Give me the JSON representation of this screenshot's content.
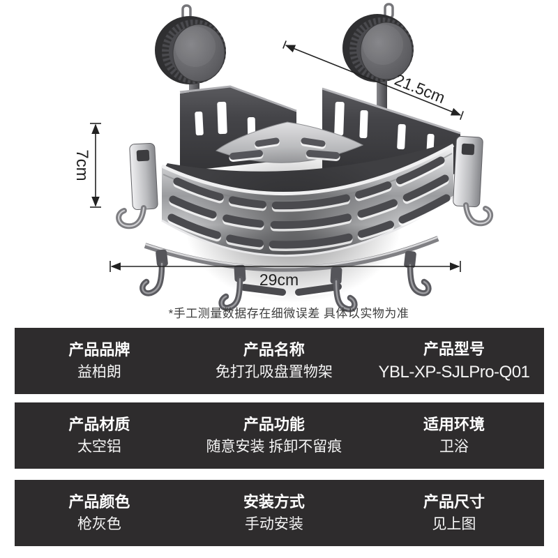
{
  "product": {
    "illustration": "corner suction-cup shower caddy with hanging hooks",
    "dimension_diagonal": "21.5cm",
    "dimension_height": "7cm",
    "dimension_width": "29cm",
    "disclaimer": "*手工测量数据存在细微误差 具体以实物为准"
  },
  "spec_table": {
    "rows": [
      {
        "cells": [
          {
            "label": "产品品牌",
            "value": "益柏朗"
          },
          {
            "label": "产品名称",
            "value": "免打孔吸盘置物架"
          },
          {
            "label": "产品型号",
            "value": "YBL-XP-SJLPro-Q01"
          }
        ]
      },
      {
        "cells": [
          {
            "label": "产品材质",
            "value": "太空铝"
          },
          {
            "label": "产品功能",
            "value": "随意安装 拆卸不留痕"
          },
          {
            "label": "适用环境",
            "value": "卫浴"
          }
        ]
      },
      {
        "cells": [
          {
            "label": "产品颜色",
            "value": "枪灰色"
          },
          {
            "label": "安装方式",
            "value": "手动安装"
          },
          {
            "label": "产品尺寸",
            "value": "见上图"
          }
        ]
      }
    ]
  },
  "colors": {
    "table_bg": "#2e2c2d",
    "table_header_text": "#ffffff",
    "table_value_text": "#f5f5f5",
    "annotation": "#222222",
    "disclaimer": "#3d3d3d"
  }
}
